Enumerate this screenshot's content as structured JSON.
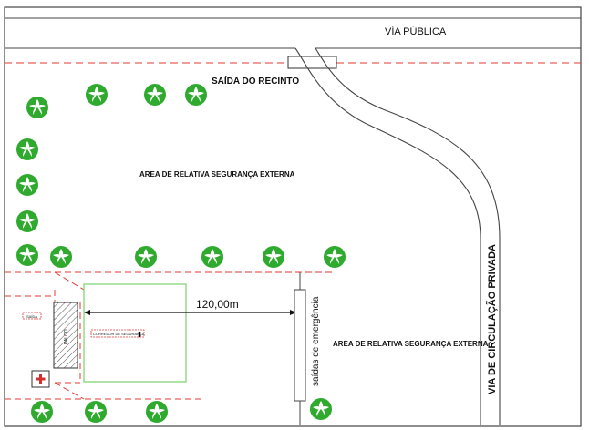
{
  "labels": {
    "via_publica": "VÍA PÚBLICA",
    "saida_recinto": "SAÍDA DO RECINTO",
    "area_seg_top": "AREA DE RELATIVA SEGURANÇA EXTERNA",
    "area_seg_right": "AREA DE RELATIVA SEGURANÇA EXTERNA",
    "distancia": "120,00m",
    "saidas_emergencia": "saídas de emergência",
    "via_circulacao": "VIA DE CIRCULAÇÃO PRIVADA",
    "palco": "PALCO",
    "corredor": "CORREDOR DE SEGURANÇA",
    "small_tag": "SAÍDA"
  },
  "icons": {
    "first_aid": "red-cross-icon",
    "tree": "tree-icon"
  },
  "colors": {
    "boundary_dashed": "#e53935",
    "audience_area": "#7cd36b",
    "tree_fill": "#2faa2f",
    "road_line": "#444444",
    "first_aid_cross": "#d32f2f"
  }
}
